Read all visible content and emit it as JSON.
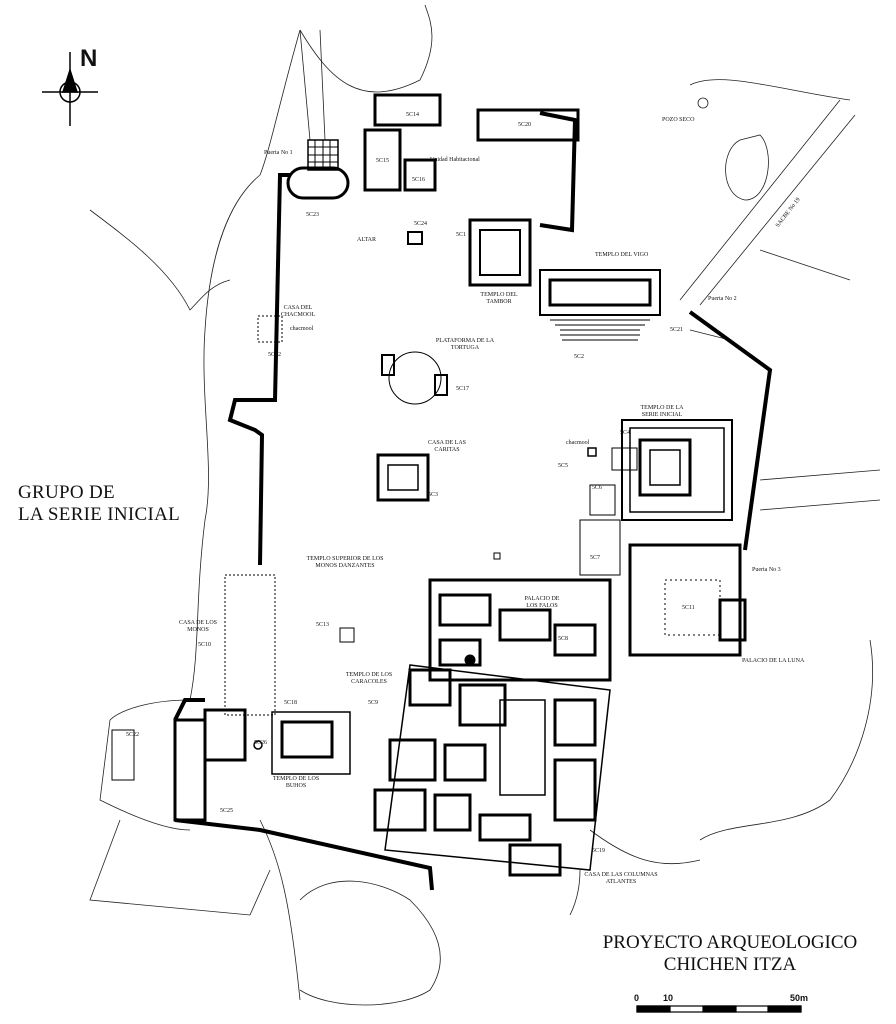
{
  "labels": {
    "puerta1": "Puerta No 1",
    "unidad": "Unidad Habitacional",
    "pozo": "POZO SECO",
    "sacbe": "SACBE No 19",
    "altar": "ALTAR",
    "templo_tambor": "TEMPLO DEL TAMBOR",
    "templo_vigo": "TEMPLO DEL VIGO",
    "puerta2": "Puerta No 2",
    "casa_chacmool": "CASA DEL CHACMOOL",
    "chacmool": "chacmool",
    "plataforma": "PLATAFORMA DE LA TORTUGA",
    "templo_serie": "TEMPLO DE LA SERIE INICIAL",
    "casa_caritas": "CASA DE LAS CARITAS",
    "templo_sup": "TEMPLO SUPERIOR DE LOS MONOS DANZANTES",
    "puerta3": "Puerta No 3",
    "palacio_falos": "PALACIO DE LOS FALOS",
    "palacio_luna": "PALACIO DE LA LUNA",
    "casa_monos": "CASA DE LOS MONOS",
    "templo_caracoles": "TEMPLO DE LOS CARACOLES",
    "templo_buhos": "TEMPLO DE LOS BUHOS",
    "casa_atlantes": "CASA DE LAS COLUMNAS ATLANTES"
  },
  "codes": {
    "sc1": "5C1",
    "sc2": "5C2",
    "sc3": "5C3",
    "sc4": "5C4",
    "sc5": "5C5",
    "sc6": "5C6",
    "sc7": "5C7",
    "sc8": "5C8",
    "sc9": "5C9",
    "sc10": "5C10",
    "sc11": "5C11",
    "sc12": "5C12",
    "sc13": "5C13",
    "sc14": "5C14",
    "sc15": "5C15",
    "sc16": "5C16",
    "sc17": "5C17",
    "sc18": "5C18",
    "sc19": "5C19",
    "sc20": "5C20",
    "sc21": "5C21",
    "sc22": "5C22",
    "sc23": "5C23",
    "sc24": "5C24",
    "sc25": "5C25",
    "sc26": "5C26"
  },
  "group_title": {
    "line1": "GRUPO DE",
    "line2": "LA SERIE INICIAL"
  },
  "project_title": {
    "line1": "PROYECTO ARQUEOLOGICO",
    "line2": "CHICHEN ITZA"
  },
  "north_letter": "N",
  "scale": {
    "start": "0",
    "mid": "10",
    "end": "50m"
  }
}
